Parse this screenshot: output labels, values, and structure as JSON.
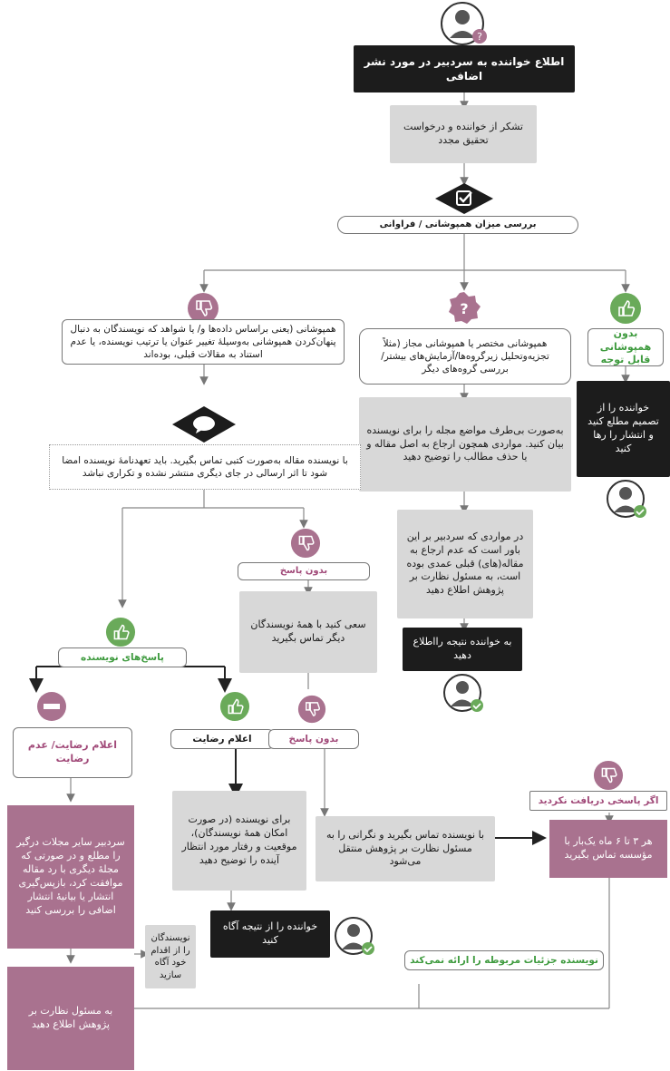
{
  "colors": {
    "purple": "#a9728f",
    "green": "#6aaa5a",
    "dark": "#1c1c1c",
    "grey": "#d8d8d8",
    "pink": "#a14a79"
  },
  "boxes": {
    "notify_editor": "اطلاع خواننده به سردبیر در مورد نشر اضافی",
    "thank_reader": "تشکر از خواننده و درخواست تحقیق مجدد",
    "check_overlap": "بررسی میزان همپوشانی / فراوانی",
    "no_overlap": "بدون همپوشانی قابل توجه",
    "minor_overlap": "همپوشانی مختصر یا همپوشانی مجاز (مثلاً تجزیه‌وتحلیل زیرگروه‌ها/آزمایش‌های بیشتر/ بررسی گروه‌های دیگر",
    "major_overlap": "همپوشانی (یعنی براساس داده‌ها و/ یا شواهد که نویسندگان به دنبال پنهان‌کردن همپوشانی به‌وسیلهٔ تغییر عنوان یا ترتیب نویسنده، یا عدم استناد به مقالات قبلی، بوده‌اند",
    "inform_reader_decision": "خواننده را از تصمیم مطلع کنید و انتشار را رها کنید",
    "explain_neutral": "به‌صورت بی‌طرف مواضع مجله را برای نویسنده بیان کنید. مواردی همچون ارجاع به اصل مقاله و یا حذف مطالب را توضیح دهید",
    "contact_writing": "با نویسنده مقاله به‌صورت کتبی تماس بگیرید. باید تعهدنامهٔ نویسنده امضا شود تا اثر ارسالی در جای دیگری منتشر نشده و تکراری نباشد",
    "intentional": "در مواردی که سردبیر بر این باور است که عدم ارجاع به مقاله(های) قبلی عمدی بوده است، به مسئول نظارت بر پژوهش اطلاع دهید",
    "no_response_1": "بدون پاسخ",
    "inform_reader_result": "به خواننده نتیجه رااطلاع دهید",
    "contact_all_authors": "سعی کنید با همهٔ نویسندگان دیگر تماس بگیرید",
    "author_responses": "پاسخ‌های نویسنده",
    "dissatisfaction": "اعلام رضایت/ عدم رضایت",
    "satisfaction": "اعلام رضایت",
    "no_response_2": "بدون پاسخ",
    "if_no_response": "اگر پاسخی دریافت نکردید",
    "contact_other_journals": "سردبیر سایر مجلات درگیر را مطلع و در صورتی که مجلهٔ دیگری با رد مقاله موافقت کرد، بازپس‌گیری انتشار یا بیانیهٔ انتشار اضافی را بررسی کنید",
    "explain_future": "برای نویسنده (در صورت امکان همهٔ نویسندگان)، موقعیت و رفتار مورد انتظار آینده را توضیح دهید",
    "contact_author_concern": "با نویسنده تماس بگیرید و نگرانی را به مسئول نظارت بر پژوهش منتقل می‌شود",
    "every_3_6_months": "هر ۳ تا ۶ ماه یک‌بار با مؤسسه تماس بگیرید",
    "inform_authors_action": "نویسندگان را از اقدام خود آگاه سازید",
    "inform_reader_outcome": "خواننده را از نتیجه آگاه کنید",
    "author_no_details": "نویسنده جزئیات مربوطه را ارائه نمی‌کند",
    "inform_research_officer": "به مسئول نظارت بر پژوهش اطلاع دهید"
  },
  "icons": [
    "reader-question-icon",
    "checkmark-diamond-icon",
    "thumbs-up-icon",
    "question-badge-icon",
    "thumbs-down-icon",
    "reader-check-icon",
    "speech-bubble-icon",
    "minus-circle-icon"
  ]
}
